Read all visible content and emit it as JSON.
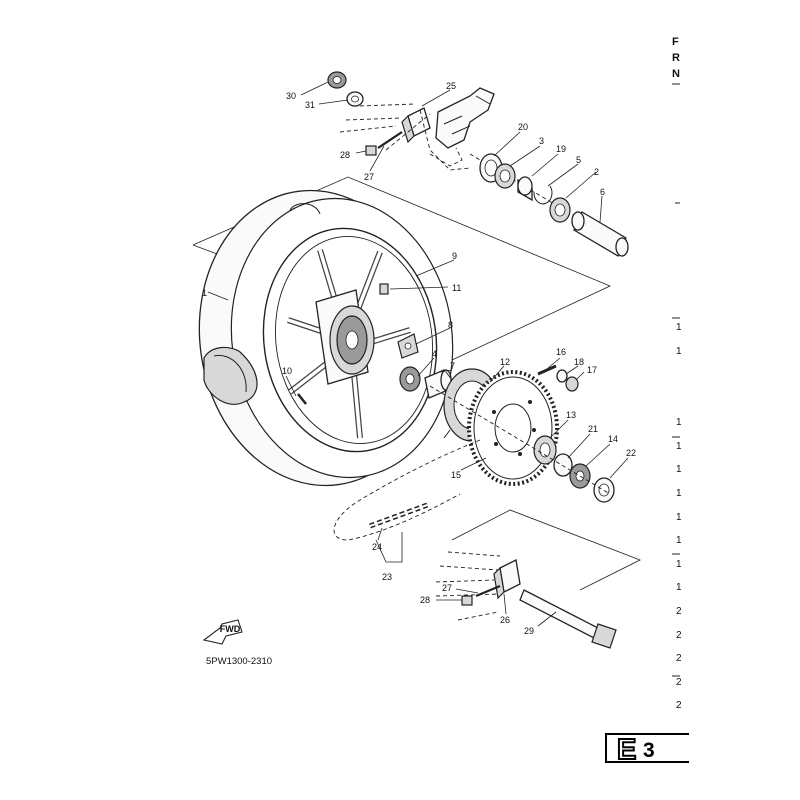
{
  "diagram": {
    "drawing_code": "5PW1300-2310",
    "fwd_label": "FWD",
    "page_tab": {
      "letter": "E",
      "number": "3"
    },
    "callouts": [
      "1",
      "2",
      "3",
      "4",
      "5",
      "6",
      "7",
      "8",
      "9",
      "10",
      "11",
      "12",
      "13",
      "14",
      "15",
      "16",
      "17",
      "18",
      "19",
      "20",
      "21",
      "22",
      "23",
      "24",
      "25",
      "26",
      "27",
      "27",
      "28",
      "28",
      "29",
      "30",
      "31"
    ],
    "right_margin_fragments": {
      "header": [
        "F",
        "R",
        "N"
      ],
      "rows": [
        "1",
        "1",
        "1",
        "1",
        "1",
        "1",
        "1",
        "1",
        "1",
        "1",
        "2",
        "2",
        "2",
        "2",
        "2"
      ]
    }
  }
}
